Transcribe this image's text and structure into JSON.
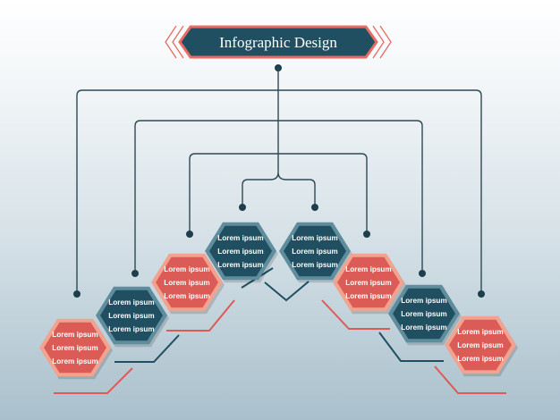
{
  "title": "Infographic Design",
  "colors": {
    "teal": "#1f4f60",
    "teal_border": "#5f8d9d",
    "coral": "#db5c57",
    "coral_border": "#f2a38f",
    "line": "#2c4a56"
  },
  "nodes": [
    {
      "id": "coral-left-1",
      "color": "coral",
      "lines": [
        "Lorem ipsum",
        "Lorem ipsum",
        "Lorem ipsum"
      ]
    },
    {
      "id": "teal-left-2",
      "color": "teal",
      "lines": [
        "Lorem ipsum",
        "Lorem ipsum",
        "Lorem ipsum"
      ]
    },
    {
      "id": "coral-left-3",
      "color": "coral",
      "lines": [
        "Lorem ipsum",
        "Lorem ipsum",
        "Lorem ipsum"
      ]
    },
    {
      "id": "teal-left-4",
      "color": "teal",
      "lines": [
        "Lorem ipsum",
        "Lorem ipsum",
        "Lorem ipsum"
      ]
    },
    {
      "id": "teal-right-4",
      "color": "teal",
      "lines": [
        "Lorem ipsum",
        "Lorem ipsum",
        "Lorem ipsum"
      ]
    },
    {
      "id": "coral-right-3",
      "color": "coral",
      "lines": [
        "Lorem ipsum",
        "Lorem ipsum",
        "Lorem ipsum"
      ]
    },
    {
      "id": "teal-right-2",
      "color": "teal",
      "lines": [
        "Lorem ipsum",
        "Lorem ipsum",
        "Lorem ipsum"
      ]
    },
    {
      "id": "coral-right-1",
      "color": "coral",
      "lines": [
        "Lorem ipsum",
        "Lorem ipsum",
        "Lorem ipsum"
      ]
    }
  ]
}
